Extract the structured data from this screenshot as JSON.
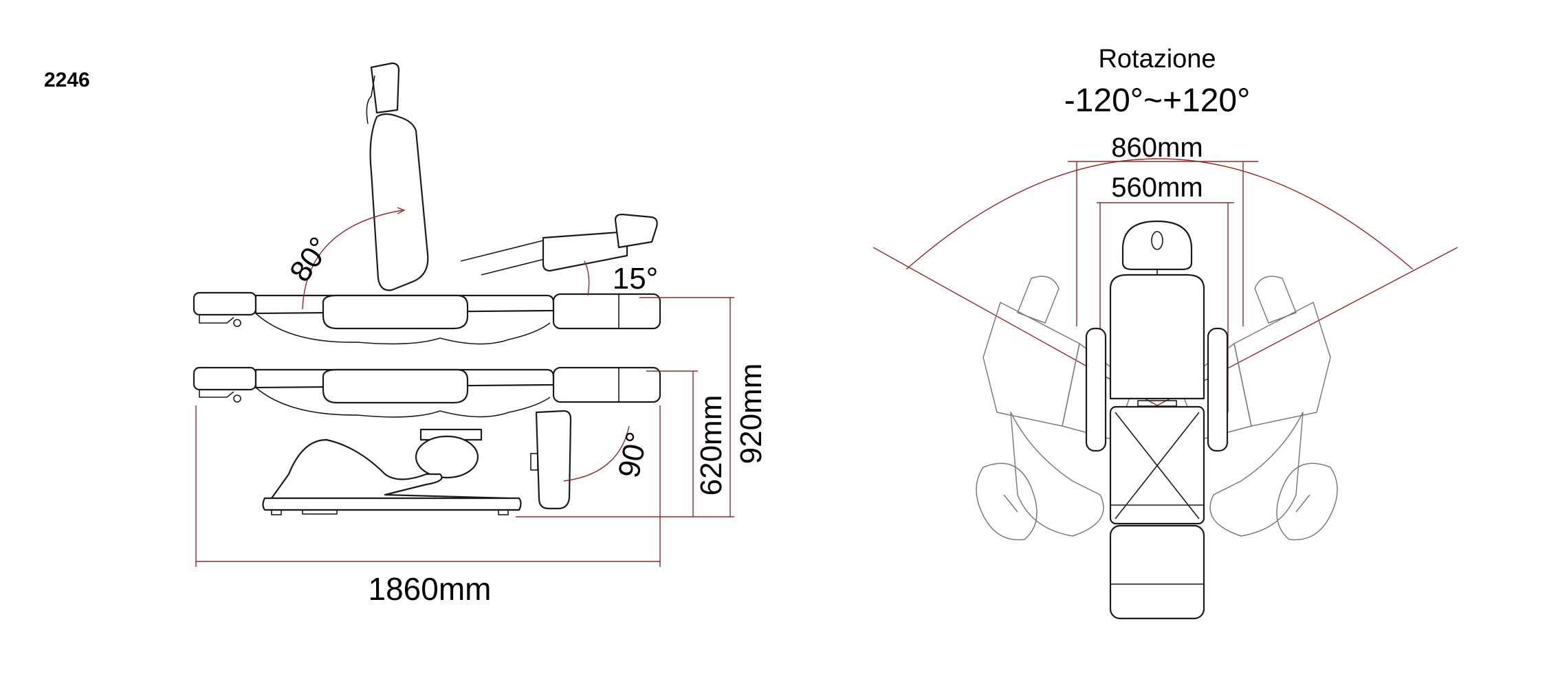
{
  "model_code": "2246",
  "side_view": {
    "back_angle": "80°",
    "leg_tilt_angle": "15°",
    "leg_drop_angle": "90°",
    "length": "1860mm",
    "min_height": "620mm",
    "max_height": "920mm"
  },
  "top_view": {
    "title": "Rotazione",
    "rotation_range": "-120°~+120°",
    "outer_width": "860mm",
    "inner_width": "560mm"
  },
  "colors": {
    "line": "#1a1a1a",
    "dimension": "#8b2a2a",
    "ghost": "#7a7a7a"
  }
}
